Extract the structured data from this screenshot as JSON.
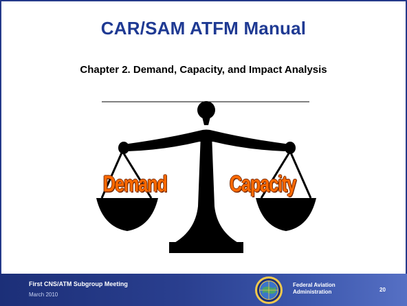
{
  "slide": {
    "title": "CAR/SAM ATFM Manual",
    "subtitle": "Chapter 2. Demand, Capacity, and Impact Analysis",
    "scale_left_label": "Demand",
    "scale_right_label": "Capacity"
  },
  "footer": {
    "meeting": "First CNS/ATM Subgroup Meeting",
    "date": "March 2010",
    "agency_line1": "Federal Aviation",
    "agency_line2": "Administration",
    "page_number": "20"
  },
  "colors": {
    "title": "#1f3a93",
    "footer_bar": "#2a3f8f",
    "scale_word": "#ff6a00"
  }
}
